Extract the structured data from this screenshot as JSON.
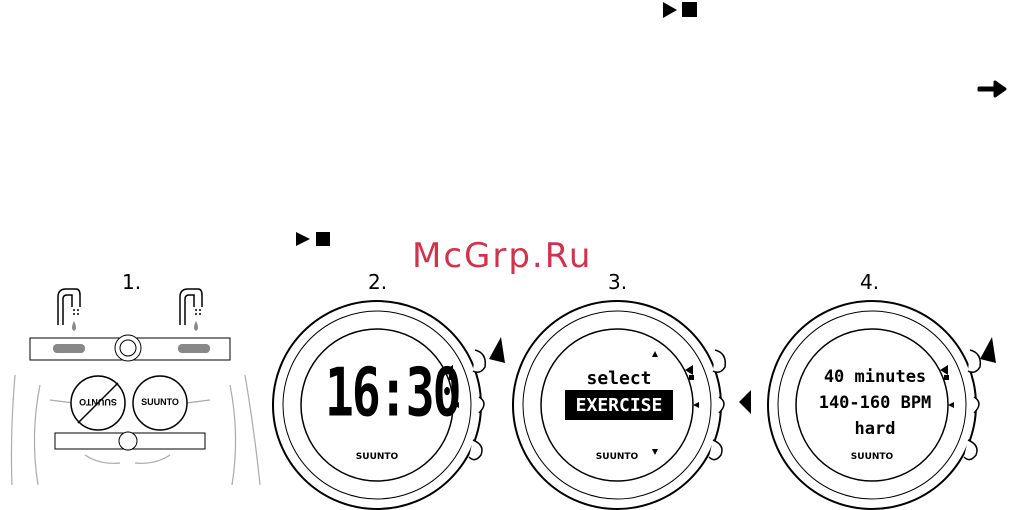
{
  "watermark": "McGrp.Ru",
  "steps": [
    {
      "number": "1."
    },
    {
      "number": "2.",
      "lcd_time": "16:30",
      "brand": "SUUNTO"
    },
    {
      "number": "3.",
      "lcd_line1": "select",
      "lcd_line2": "EXERCISE",
      "brand": "SUUNTO"
    },
    {
      "number": "4.",
      "lcd_line1": "40 minutes",
      "lcd_line2": "140-160 BPM",
      "lcd_line3": "hard",
      "brand": "SUUNTO"
    }
  ],
  "chest": {
    "logo_front": "SUUNTO",
    "logo_back": "SUUNTO"
  },
  "icons": {
    "top_play_stop": "play-stop-icon",
    "top_right_arrow": "right-arrow-icon",
    "mid_play_stop": "play-stop-icon"
  }
}
